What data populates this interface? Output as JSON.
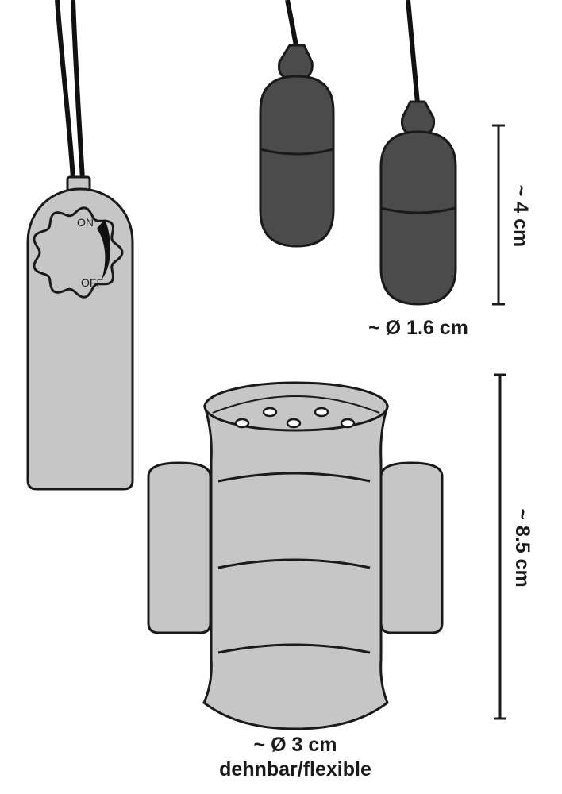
{
  "controller": {
    "on_label": "ON",
    "off_label": "OFF"
  },
  "bullet_dimensions": {
    "length": "~ 4 cm",
    "diameter": "~ Ø 1.6 cm"
  },
  "sleeve_dimensions": {
    "length": "~ 8.5 cm",
    "diameter": "~ Ø 3 cm",
    "note": "dehnbar/flexible"
  },
  "colors": {
    "body": "#c6c6c6",
    "bullet": "#4b4b4b",
    "outline": "#1a1a1a"
  }
}
